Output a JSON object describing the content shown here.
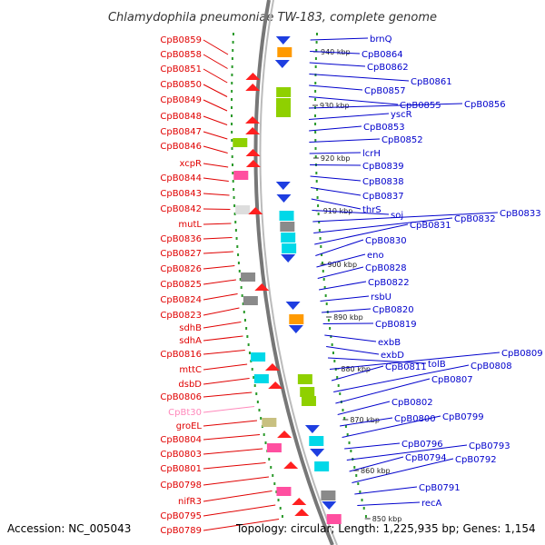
{
  "title": "Chlamydophila pneumoniae TW-183, complete genome",
  "footer": {
    "accession": "Accession: NC_005043",
    "topology": "Topology: circular; Length: 1,225,935 bp; Genes: 1,154"
  },
  "colors": {
    "left_label": "#e00000",
    "left_label_rna": "#ff88bb",
    "right_label": "#0000cc",
    "backbone": "#888888",
    "dots": "#2a9a2a"
  },
  "kbp_labels": [
    "940 kbp",
    "930 kbp",
    "920 kbp",
    "910 kbp",
    "900 kbp",
    "890 kbp",
    "880 kbp",
    "870 kbp",
    "860 kbp",
    "850 kbp"
  ],
  "left_labels": [
    {
      "text": "CpB0859",
      "rna": false
    },
    {
      "text": "CpB0858",
      "rna": false
    },
    {
      "text": "CpB0851",
      "rna": false
    },
    {
      "text": "CpB0850",
      "rna": false
    },
    {
      "text": "CpB0849",
      "rna": false
    },
    {
      "text": "CpB0848",
      "rna": false
    },
    {
      "text": "CpB0847",
      "rna": false
    },
    {
      "text": "CpB0846",
      "rna": false
    },
    {
      "text": "xcpR",
      "rna": false
    },
    {
      "text": "CpB0844",
      "rna": false
    },
    {
      "text": "CpB0843",
      "rna": false
    },
    {
      "text": "CpB0842",
      "rna": false
    },
    {
      "text": "mutL",
      "rna": false
    },
    {
      "text": "CpB0836",
      "rna": false
    },
    {
      "text": "CpB0827",
      "rna": false
    },
    {
      "text": "CpB0826",
      "rna": false
    },
    {
      "text": "CpB0825",
      "rna": false
    },
    {
      "text": "CpB0824",
      "rna": false
    },
    {
      "text": "CpB0823",
      "rna": false
    },
    {
      "text": "sdhB",
      "rna": false
    },
    {
      "text": "sdhA",
      "rna": false
    },
    {
      "text": "CpB0816",
      "rna": false
    },
    {
      "text": "mttC",
      "rna": false
    },
    {
      "text": "dsbD",
      "rna": false
    },
    {
      "text": "CpB0806",
      "rna": false
    },
    {
      "text": "CpBt30",
      "rna": true
    },
    {
      "text": "groEL",
      "rna": false
    },
    {
      "text": "CpB0804",
      "rna": false
    },
    {
      "text": "CpB0803",
      "rna": false
    },
    {
      "text": "CpB0801",
      "rna": false
    },
    {
      "text": "CpB0798",
      "rna": false
    },
    {
      "text": "nifR3",
      "rna": false
    },
    {
      "text": "CpB0795",
      "rna": false
    },
    {
      "text": "CpB0789",
      "rna": false
    }
  ],
  "right_labels": [
    "brnQ",
    "CpB0864",
    "CpB0862",
    "CpB0861",
    "CpB0857",
    "CpB0855",
    "CpB0856",
    "yscR",
    "CpB0853",
    "CpB0852",
    "lcrH",
    "CpB0839",
    "CpB0838",
    "CpB0837",
    "thrS",
    "soj",
    "CpB0833",
    "CpB0832",
    "CpB0831",
    "CpB0830",
    "eno",
    "CpB0828",
    "CpB0822",
    "rsbU",
    "CpB0820",
    "CpB0819",
    "exbB",
    "exbD",
    "tolB",
    "CpB0809",
    "CpB0811",
    "CpB0808",
    "CpB0807",
    "CpB0802",
    "CpB0800",
    "CpB0799",
    "CpB0796",
    "CpB0793",
    "CpB0794",
    "CpB0792",
    "CpB0791",
    "recA"
  ]
}
